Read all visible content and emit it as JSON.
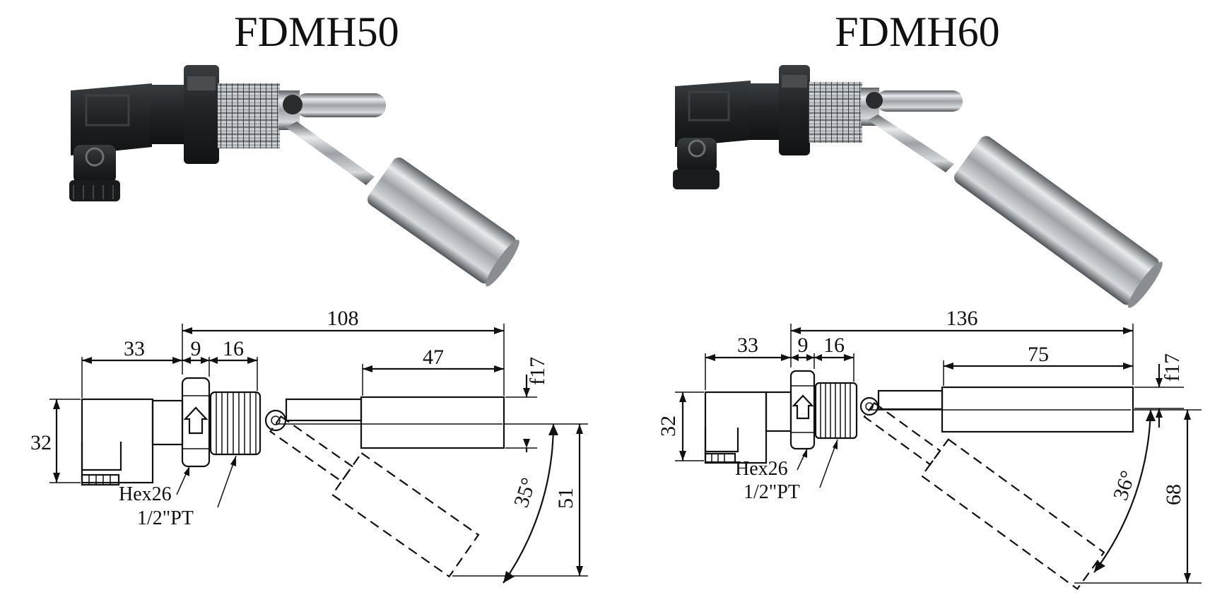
{
  "colors": {
    "ink": "#111111",
    "background": "#ffffff",
    "steel": "#b9bcbf",
    "body_black": "#222426"
  },
  "models": [
    {
      "title": "FDMH50",
      "dims": {
        "total_length": "108",
        "connector": "33",
        "hex": "9",
        "thread": "16",
        "float_length": "47",
        "float_dia": "f17",
        "height": "32",
        "drop": "51",
        "angle": "35°"
      },
      "labels": {
        "hex": "Hex26",
        "thread": "1/2\"PT"
      }
    },
    {
      "title": "FDMH60",
      "dims": {
        "total_length": "136",
        "connector": "33",
        "hex": "9",
        "thread": "16",
        "float_length": "75",
        "float_dia": "f17",
        "height": "32",
        "drop": "68",
        "angle": "36°"
      },
      "labels": {
        "hex": "Hex26",
        "thread": "1/2\"PT"
      }
    }
  ]
}
